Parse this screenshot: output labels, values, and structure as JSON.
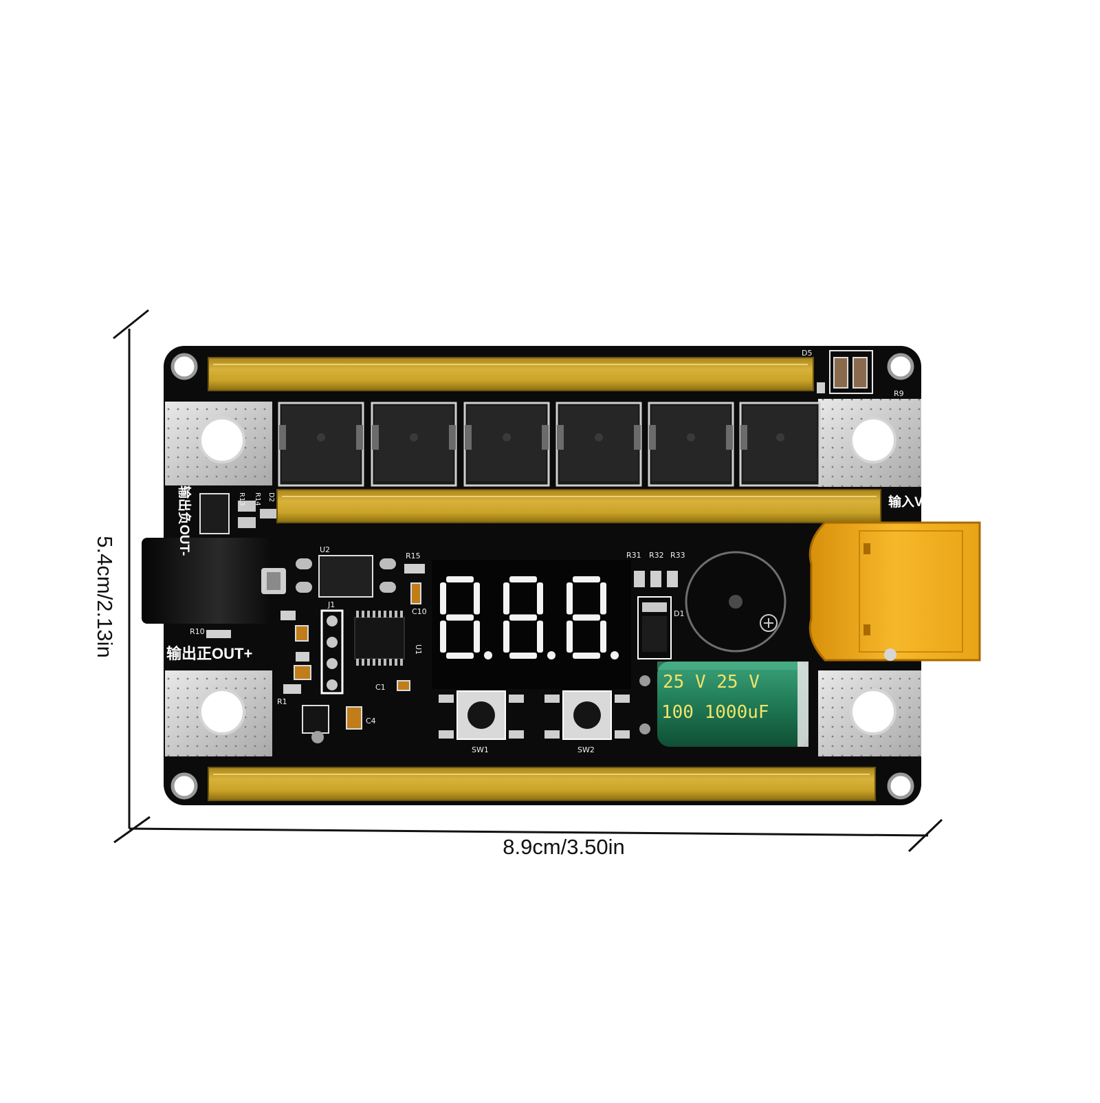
{
  "dimensions": {
    "width_label": "8.9cm/3.50in",
    "height_label": "5.4cm/2.13in"
  },
  "board": {
    "display_digits": "8.8.8.",
    "silkscreen": {
      "u2": "U2",
      "u1": "U1",
      "j1": "J1",
      "r15": "R15",
      "c10": "C10",
      "c1": "C1",
      "c4": "C4",
      "r1": "R1",
      "r10": "R10",
      "r13": "R13",
      "r14": "R14",
      "d2": "D2",
      "d5": "D5",
      "r9": "R9",
      "r31": "R31",
      "r32": "R32",
      "r33": "R33",
      "d1": "D1",
      "sw1": "SW1",
      "sw2": "SW2",
      "out_plus": "输出正OUT+",
      "out_minus": "输出负OUT-",
      "vin_minus": "输入VIN-"
    },
    "capacitor": {
      "rating": "25 V 1000uF",
      "line1": "25  V  25  V",
      "line2": "100  1000uF"
    },
    "colors": {
      "pcb": "#0b0b0b",
      "gold_bar": "#c9a227",
      "connector": "#f0b11d",
      "capacitor": "#1f7a55",
      "pad": "#c8c8c8"
    }
  }
}
